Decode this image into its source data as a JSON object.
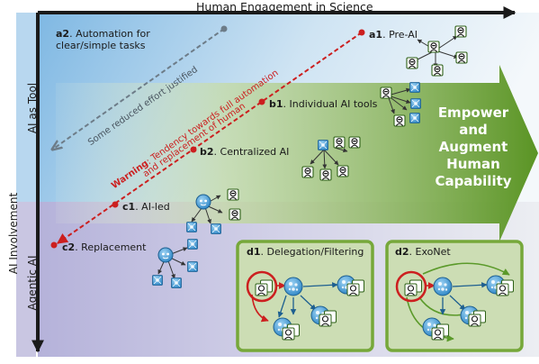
{
  "axes": {
    "x_label": "Human Engagement in Science",
    "y_label": "AI Involvement",
    "band_tool": "AI as Tool",
    "band_agentic": "Agentic AI"
  },
  "nodes": {
    "a2": {
      "id": "a2",
      "text": ". Automation for",
      "text2": "clear/simple tasks"
    },
    "a1": {
      "id": "a1",
      "text": ". Pre-AI"
    },
    "b1": {
      "id": "b1",
      "text": ". Individual AI tools"
    },
    "b2": {
      "id": "b2",
      "text": ". Centralized AI"
    },
    "c1": {
      "id": "c1",
      "text": ". AI-led"
    },
    "c2": {
      "id": "c2",
      "text": ". Replacement"
    }
  },
  "lines": {
    "grey": "Some reduced effort justified",
    "warning_prefix": "Warning",
    "warning_rest": ": Tendency towards full automation",
    "warning_line2": "and replacement of human"
  },
  "arrow_text": {
    "l1": "Empower",
    "l2": "and",
    "l3": "Augment",
    "l4": "Human",
    "l5": "Capability"
  },
  "panels": {
    "d1": {
      "id": "d1",
      "text": ". Delegation/Filtering"
    },
    "d2": {
      "id": "d2",
      "text": ". ExoNet"
    }
  },
  "colors": {
    "warning_red": "#cc1f1f",
    "tool_blue": "#9fcbea",
    "agentic_purple": "#c4c0de",
    "arrow_green": "#5f9a2a",
    "panel_border": "#76a83a",
    "human_green": "#3f7d1e",
    "ai_blue": "#2e89c6"
  },
  "icons": [
    "human-icon",
    "ai-icon"
  ]
}
